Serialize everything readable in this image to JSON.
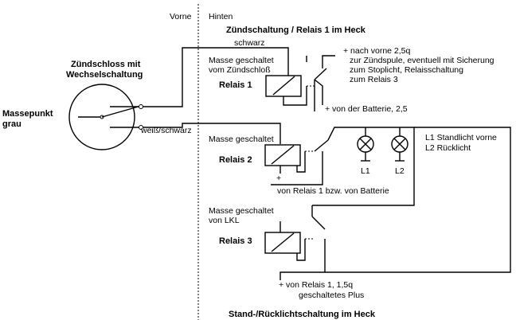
{
  "headers": {
    "vorne": "Vorne",
    "hinten": "Hinten"
  },
  "titles": {
    "top": "Zündschaltung / Relais 1 im Heck",
    "bottom": "Stand-/Rücklichtschaltung im Heck"
  },
  "ignition": {
    "label_line1": "Zündschloss mit",
    "label_line2": "Wechselschaltung",
    "ground_line1": "Massepunkt",
    "ground_line2": "grau",
    "wire_top": "schwarz",
    "wire_bottom": "weiß/schwarz"
  },
  "relay1": {
    "name": "Relais 1",
    "ground_line1": "Masse geschaltet",
    "ground_line2": "vom Zündschloß",
    "out_line1": "+ nach vorne 2,5q",
    "out_line2": "zur Zündspule, eventuell mit Sicherung",
    "out_line3": "zum Stoplicht, Relaisschaltung",
    "out_line4": "zum Relais 3",
    "supply": "+ von der Batterie, 2,5"
  },
  "relay2": {
    "name": "Relais 2",
    "ground": "Masse geschaltet",
    "plus": "+",
    "supply": "von Relais 1 bzw. von Batterie"
  },
  "lamps": {
    "l1": "L1",
    "l2": "L2",
    "legend_line1": "L1 Standlicht vorne",
    "legend_line2": "L2 Rücklicht"
  },
  "relay3": {
    "name": "Relais 3",
    "ground_line1": "Masse geschaltet",
    "ground_line2": "von LKL",
    "supply_line1": "+ von Relais 1, 1,5q",
    "supply_line2": "geschaltetes Plus"
  }
}
